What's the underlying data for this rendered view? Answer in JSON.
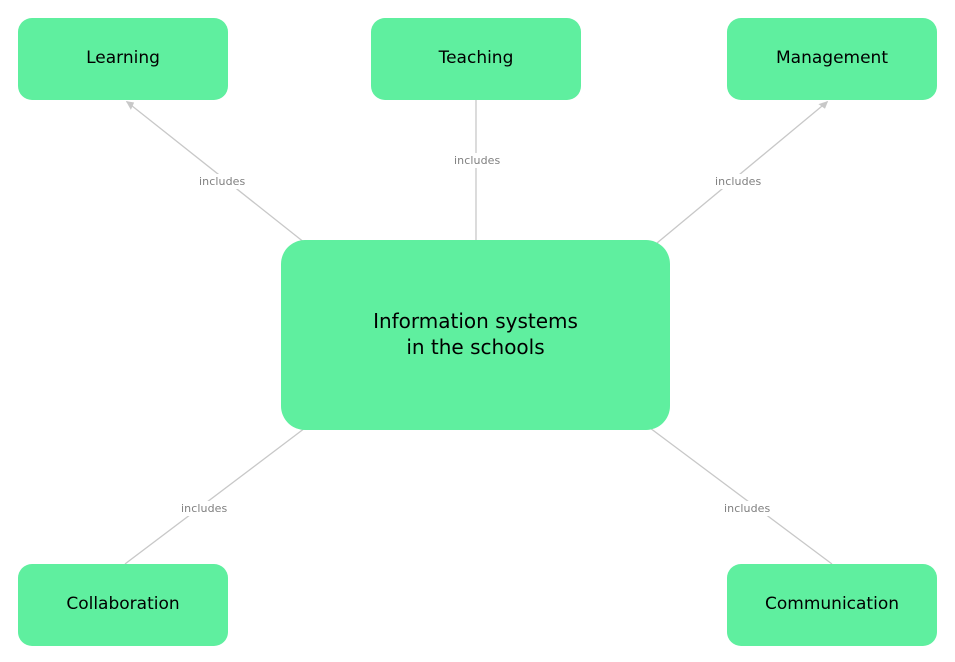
{
  "diagram": {
    "type": "mind-map",
    "title": "Information systems in the schools",
    "background_color": "#FFFFFF",
    "node_fill_color": "#5FEF9F",
    "node_text_color": "#000000",
    "connector_color": "#C8C8C8",
    "edge_label_color": "#808080"
  },
  "central_node": {
    "label": "Information systems\nin the schools",
    "line1": "Information systems",
    "line2": "in the schools"
  },
  "nodes": [
    {
      "id": "learning",
      "label": "Learning"
    },
    {
      "id": "teaching",
      "label": "Teaching"
    },
    {
      "id": "management",
      "label": "Management"
    },
    {
      "id": "collaboration",
      "label": "Collaboration"
    },
    {
      "id": "communication",
      "label": "Communication"
    }
  ],
  "edges": [
    {
      "id": "edge-learning",
      "from": "Information systems in the schools",
      "to": "Learning",
      "label": "includes",
      "arrow": true
    },
    {
      "id": "edge-teaching",
      "from": "Information systems in the schools",
      "to": "Teaching",
      "label": "includes",
      "arrow": false
    },
    {
      "id": "edge-management",
      "from": "Information systems in the schools",
      "to": "Management",
      "label": "includes",
      "arrow": true
    },
    {
      "id": "edge-collaboration",
      "from": "Information systems in the schools",
      "to": "Collaboration",
      "label": "includes",
      "arrow": false
    },
    {
      "id": "edge-communication",
      "from": "Information systems in the schools",
      "to": "Communication",
      "label": "includes",
      "arrow": false
    }
  ]
}
